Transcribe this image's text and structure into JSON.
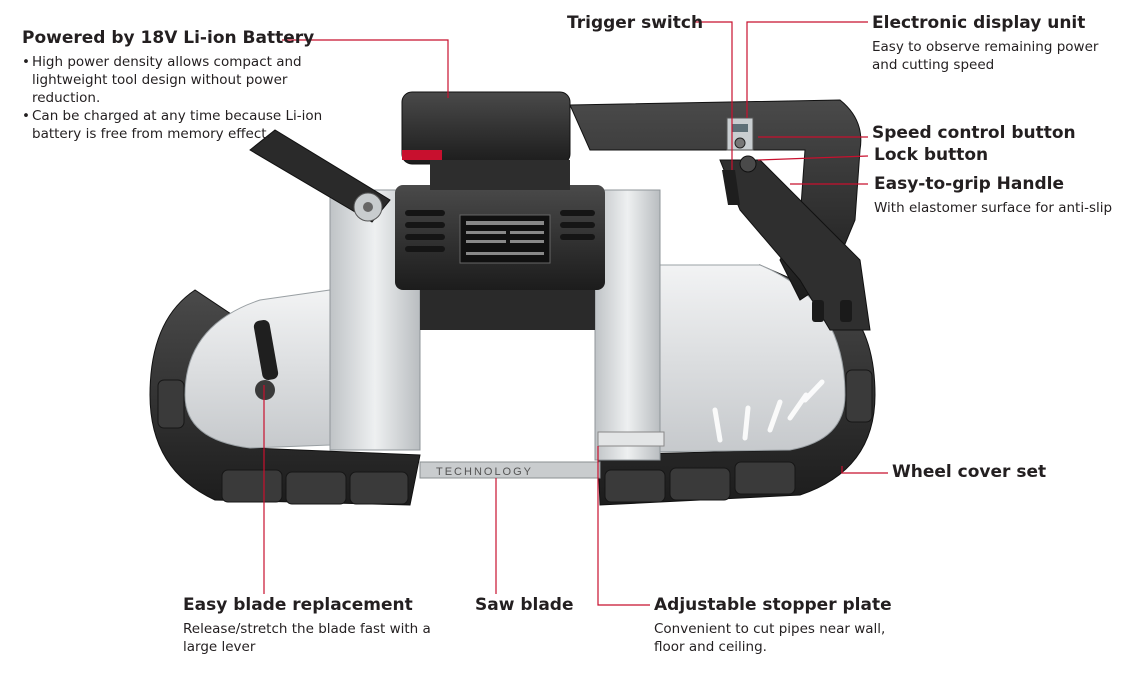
{
  "callouts": {
    "battery": {
      "title": "Powered by 18V Li-ion Battery",
      "bullets": [
        "High power density allows compact and lightweight tool design without power reduction.",
        "Can be charged at any time because Li-ion battery is free from memory effect."
      ]
    },
    "trigger": {
      "title": "Trigger switch"
    },
    "display": {
      "title": "Electronic display unit",
      "desc": "Easy to observe remaining power and cutting speed"
    },
    "speed": {
      "title": "Speed control button"
    },
    "lock": {
      "title": "Lock button"
    },
    "grip": {
      "title": "Easy-to-grip Handle",
      "desc": "With elastomer surface for anti-slip"
    },
    "wheel": {
      "title": "Wheel cover set"
    },
    "lever": {
      "title": "Easy blade replacement",
      "desc": "Release/stretch the blade fast with a large lever"
    },
    "blade": {
      "title": "Saw blade"
    },
    "stopper": {
      "title": "Adjustable stopper plate",
      "desc": "Convenient to cut pipes near wall, floor and ceiling."
    }
  },
  "product_markings": {
    "blade_text": "TECHNOLOGY"
  },
  "colors": {
    "leader_line": "#c8102e",
    "text": "#231f20",
    "body_silver": "#d9dcdf",
    "rubber": "#2b2b2b"
  }
}
